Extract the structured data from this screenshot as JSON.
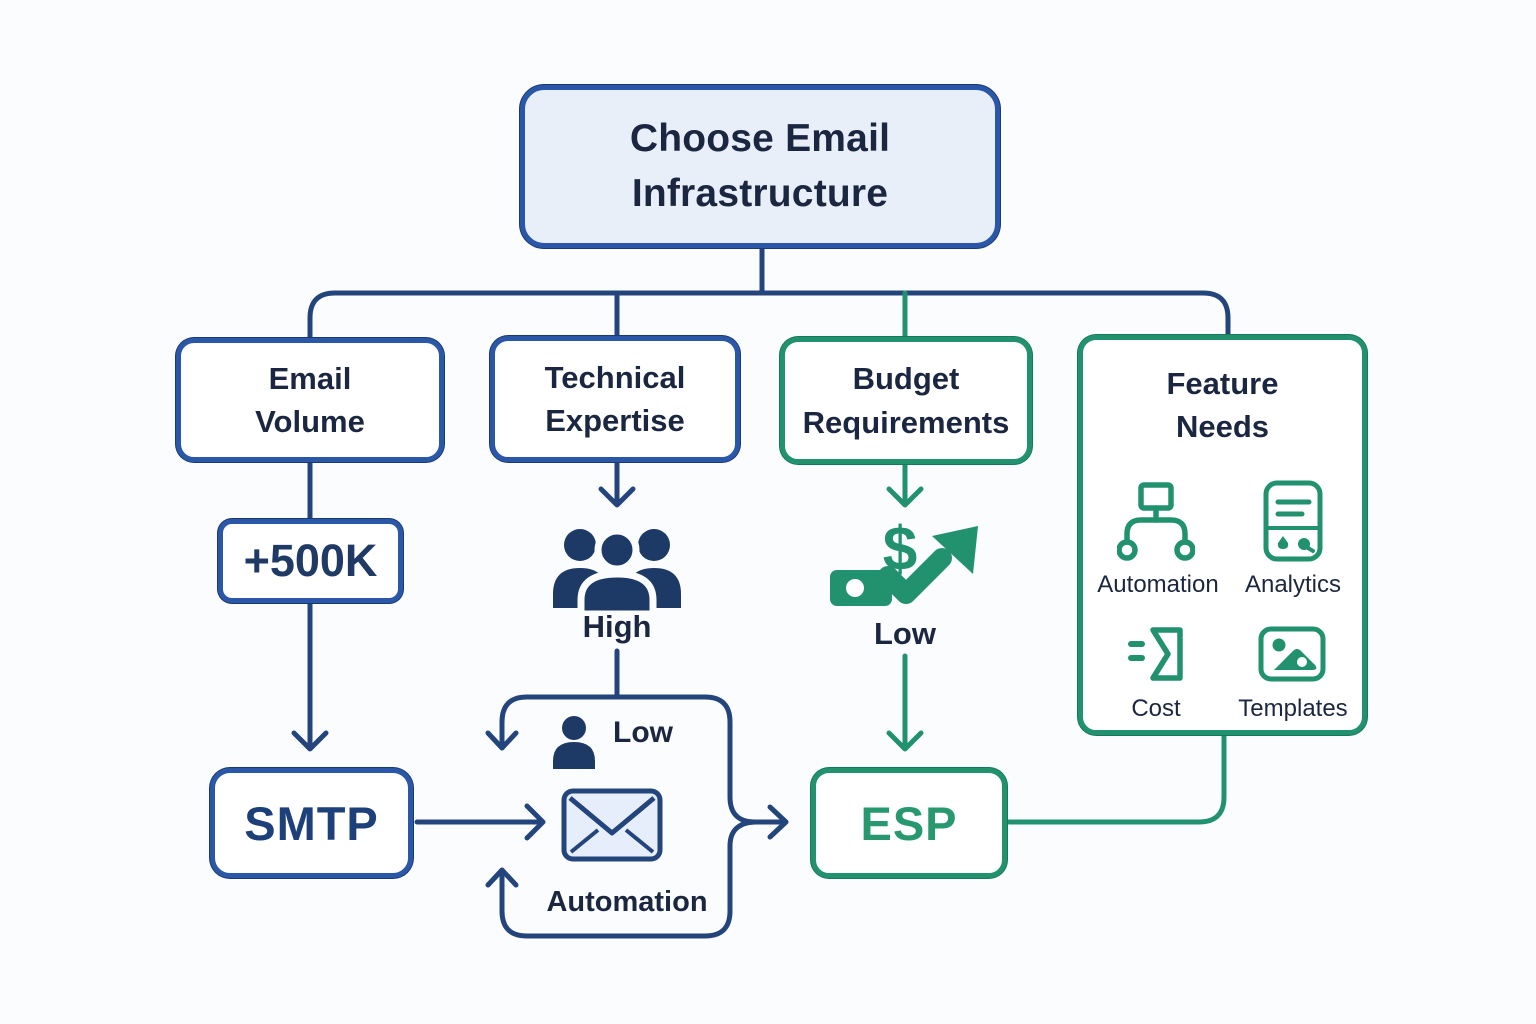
{
  "root_node": {
    "label": "Choose Email\nInfrastructure"
  },
  "branches": {
    "email_volume": {
      "label": "Email\nVolume"
    },
    "technical_expertise": {
      "label": "Technical\nExpertise"
    },
    "budget_requirements": {
      "label": "Budget\nRequirements"
    },
    "feature_needs": {
      "label": "Feature\nNeeds"
    }
  },
  "email_volume_path": {
    "threshold_label": "+500K",
    "result_label": "SMTP"
  },
  "technical_expertise_path": {
    "expertise_level": "High",
    "loop": {
      "expertise_level": "Low",
      "process_label": "Automation"
    }
  },
  "budget_path": {
    "budget_level": "Low",
    "result_label": "ESP"
  },
  "feature_needs_panel": {
    "items": [
      {
        "label": "Automation",
        "icon": "workflow-icon"
      },
      {
        "label": "Analytics",
        "icon": "analytics-icon"
      },
      {
        "label": "Cost",
        "icon": "cost-icon"
      },
      {
        "label": "Templates",
        "icon": "templates-icon"
      }
    ]
  },
  "colors": {
    "navy_line": "#24457c",
    "blue_border": "#2b57a8",
    "green": "#22926e",
    "dark_text": "#1b2740",
    "root_fill": "#e9eff9",
    "envelope_fill": "#e7eefb",
    "background": "#fbfcfe"
  }
}
